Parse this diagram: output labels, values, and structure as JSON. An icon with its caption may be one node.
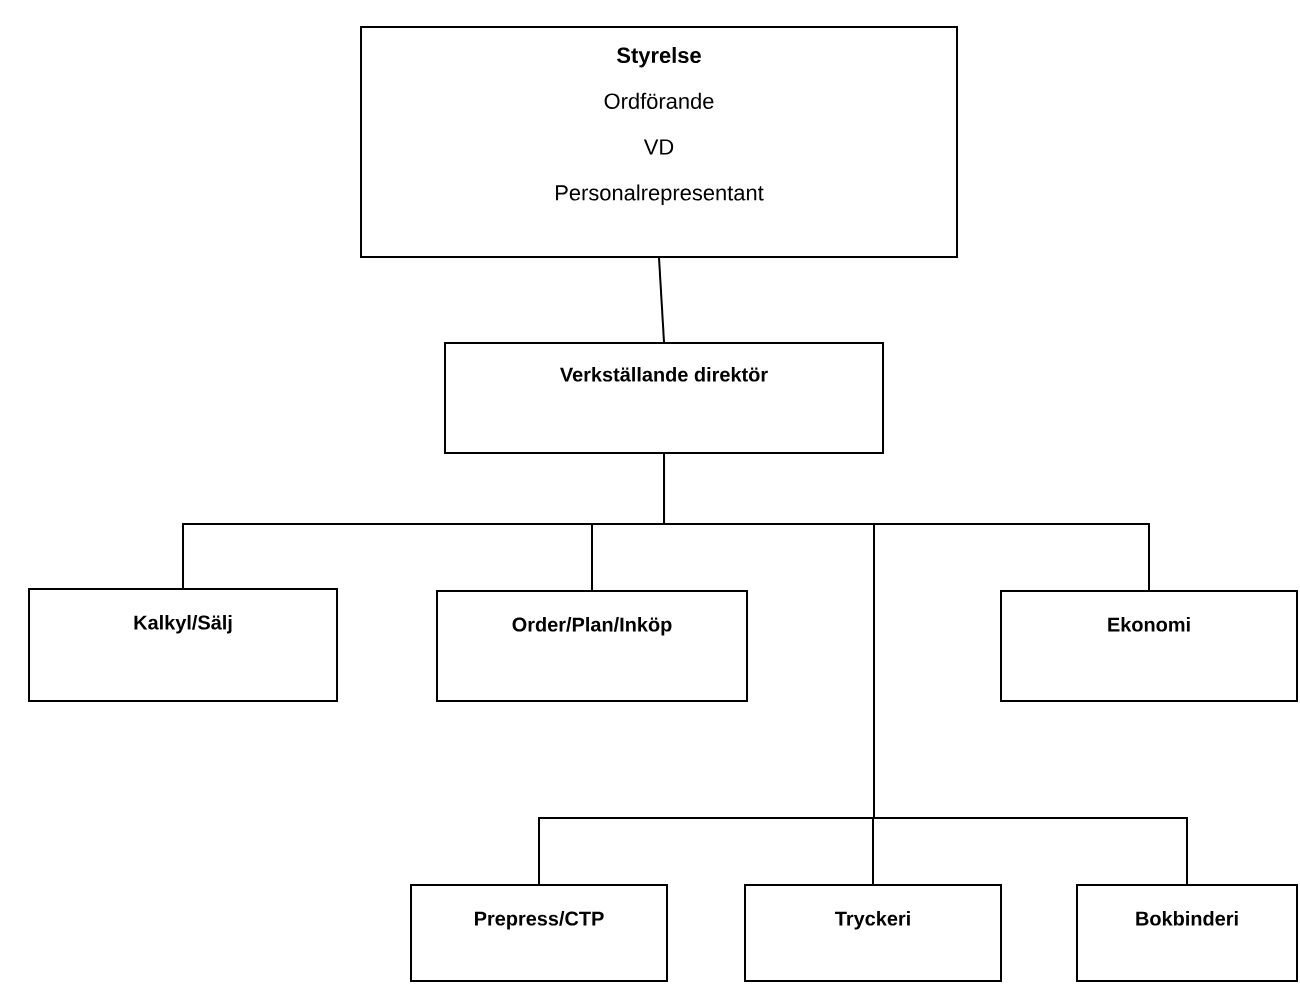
{
  "diagram": {
    "nodes": [
      {
        "text": [
          "Styrelse",
          "Ordförande",
          "VD",
          "Personalrepresentant"
        ]
      },
      {
        "text": [
          "Verkställande direktör"
        ]
      },
      {
        "text": [
          "Kalkyl/Sälj"
        ]
      },
      {
        "text": [
          "Order/Plan/Inköp"
        ]
      },
      {
        "text": [
          "Ekonomi"
        ]
      },
      {
        "text": [
          "Prepress/CTP"
        ]
      },
      {
        "text": [
          "Tryckeri"
        ]
      },
      {
        "text": [
          "Bokbinderi"
        ]
      }
    ],
    "edges": [
      {
        "from": 0,
        "to": 1,
        "arrow": "none"
      },
      {
        "from": 1,
        "to": 2,
        "arrow": "none"
      },
      {
        "from": 1,
        "to": 3,
        "arrow": "none"
      },
      {
        "from": 1,
        "to": 4,
        "arrow": "none"
      },
      {
        "from": 1,
        "to": 5,
        "arrow": "none"
      },
      {
        "from": 1,
        "to": 6,
        "arrow": "none"
      },
      {
        "from": 1,
        "to": 7,
        "arrow": "none"
      }
    ]
  }
}
